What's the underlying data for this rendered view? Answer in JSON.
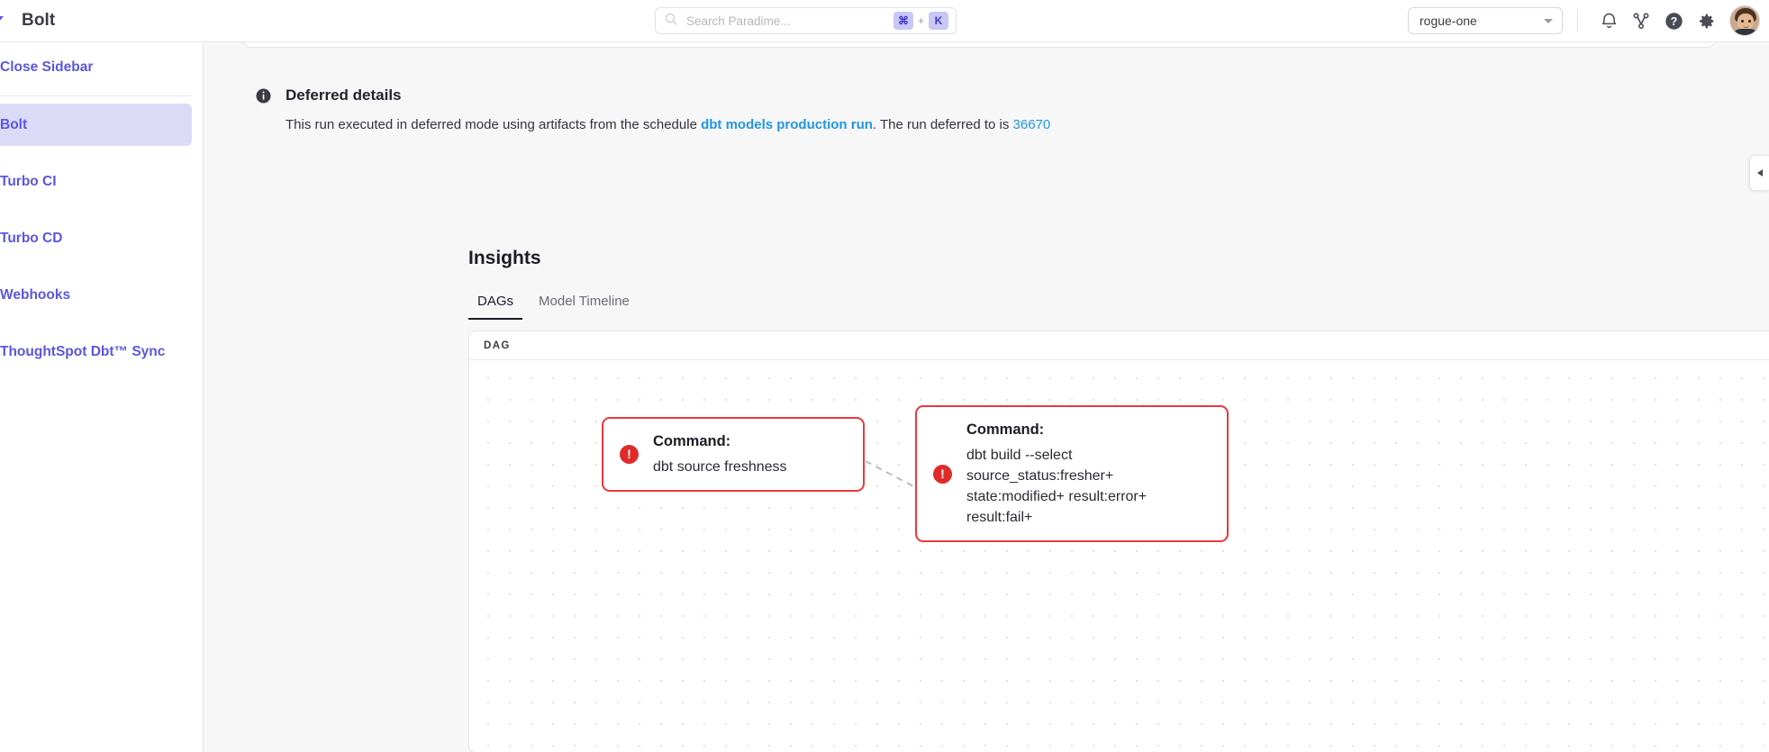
{
  "app": {
    "brand_title": "Bolt",
    "logo_icon": "bolt-logo-icon"
  },
  "search": {
    "placeholder": "Search Paradime...",
    "value": "",
    "icon": "search-icon",
    "shortcut_modifier": "⌘",
    "shortcut_plus": "+",
    "shortcut_key": "K"
  },
  "topbar": {
    "environment_value": "rogue-one",
    "icons": [
      {
        "name": "notifications-bell-icon",
        "title": "Notifications"
      },
      {
        "name": "git-branch-icon",
        "title": "Branch"
      },
      {
        "name": "help-question-icon",
        "title": "Help"
      },
      {
        "name": "settings-gear-icon",
        "title": "Settings"
      }
    ],
    "avatar_name": "user-avatar"
  },
  "sidebar": {
    "close_label": "Close Sidebar",
    "items": [
      {
        "label": "Bolt",
        "active": true
      },
      {
        "label": "Turbo CI",
        "active": false
      },
      {
        "label": "Turbo CD",
        "active": false
      },
      {
        "label": "Webhooks",
        "active": false
      },
      {
        "label": "ThoughtSpot Dbt™ Sync",
        "active": false
      }
    ]
  },
  "deferred": {
    "icon": "info-circle-icon",
    "title": "Deferred details",
    "text_before_link": "This run executed in deferred mode using artifacts from the schedule ",
    "schedule_link": "dbt models production run",
    "text_middle": ". The run deferred to is ",
    "run_id_link": "36670"
  },
  "insights": {
    "heading": "Insights",
    "tabs": [
      {
        "label": "DAGs",
        "active": true
      },
      {
        "label": "Model Timeline",
        "active": false
      }
    ]
  },
  "dag": {
    "panel_label": "DAG",
    "nodes": [
      {
        "id": "node-1",
        "title": "Command:",
        "command": "dbt source freshness",
        "status": "error",
        "status_icon": "error-exclamation-icon"
      },
      {
        "id": "node-2",
        "title": "Command:",
        "command": "dbt build --select\nsource_status:fresher+\nstate:modified+ result:error+\nresult:fail+",
        "status": "error",
        "status_icon": "error-exclamation-icon"
      }
    ],
    "controls": [
      {
        "name": "zoom-in-button",
        "glyph": "+"
      },
      {
        "name": "zoom-out-button",
        "glyph": "−"
      },
      {
        "name": "fit-view-button",
        "glyph": "fit"
      }
    ]
  },
  "panel_toggle": {
    "icon": "chevron-left-icon"
  },
  "colors": {
    "accent_purple": "#5b56e0",
    "link_blue": "#2196e3",
    "error_red": "#e02a2a",
    "node_border_red": "#e8393c",
    "page_bg": "#f7f7f8"
  }
}
